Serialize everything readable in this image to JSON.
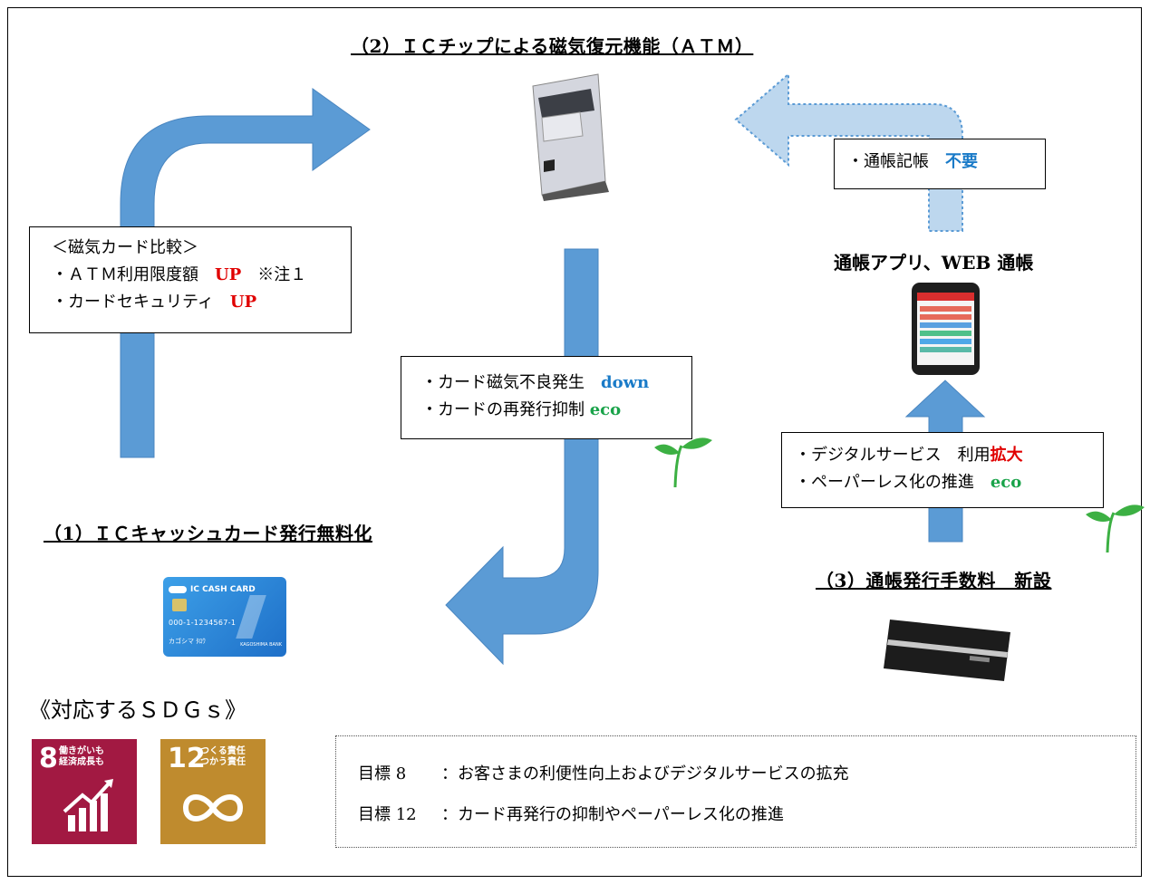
{
  "section2": {
    "title": "（2）ＩＣチップによる磁気復元機能（ＡＴＭ）"
  },
  "section1": {
    "title": "（1）ＩＣキャッシュカード発行無料化"
  },
  "section3": {
    "title": "（3）通帳発行手数料　新設"
  },
  "magnetic_box": {
    "heading": "＜磁気カード比較＞",
    "line1_text": "・ＡＴＭ利用限度額　",
    "line1_highlight": "UP",
    "line1_note": "　※注１",
    "line2_text": "・カードセキュリティ　",
    "line2_highlight": "UP"
  },
  "card_box": {
    "line1_text": "・カード磁気不良発生　",
    "line1_highlight": "down",
    "line2_text": "・カードの再発行抑制 ",
    "line2_highlight": "eco"
  },
  "passbook_box": {
    "line_text": "・通帳記帳　",
    "line_highlight": "不要"
  },
  "app_title": "通帳アプリ、WEB 通帳",
  "digital_box": {
    "line1_text": "・デジタルサービス　利用",
    "line1_highlight": "拡大",
    "line2_text": "・ペーパーレス化の推進　",
    "line2_highlight": "eco"
  },
  "ic_card": {
    "brand": "IC CASH CARD",
    "number": "000-1-1234567-1",
    "holder": "カゴシマ ﾀﾛｳ",
    "bank": "KAGOSHIMA BANK"
  },
  "sdgs": {
    "heading": "《対応するＳＤＧｓ》",
    "goal8": {
      "number": "8",
      "label_line1": "働きがいも",
      "label_line2": "経済成長も",
      "color": "#A21942"
    },
    "goal12": {
      "number": "12",
      "label_line1": "つくる責任",
      "label_line2": "つかう責任",
      "color": "#BF8B2E"
    },
    "targets": [
      {
        "goal": "目標 8",
        "text": "：お客さまの利便性向上およびデジタルサービスの拡充"
      },
      {
        "goal": "目標 12",
        "text": "：カード再発行の抑制やペーパーレス化の推進"
      }
    ]
  },
  "colors": {
    "arrow_blue": "#5B9BD5",
    "arrow_light": "#BDD7EE",
    "sprout_green": "#3CB043"
  }
}
